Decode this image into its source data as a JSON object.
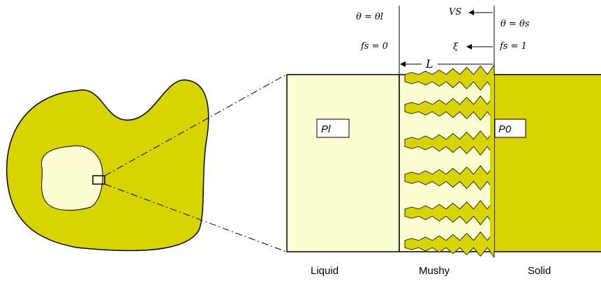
{
  "annotations": {
    "theta_liquid": "θ = θl",
    "fs_liquid": "fs = 0",
    "vs": "VS",
    "theta_solid": "θ = θs",
    "xi": "ξ",
    "fs_solid": "fs = 1",
    "length": "L"
  },
  "pressures": {
    "p_l": "Pl",
    "p_0": "P0"
  },
  "regions": {
    "liquid": "Liquid",
    "mushy": "Mushy",
    "solid": "Solid"
  },
  "colors": {
    "solid_fill": "#d7d400",
    "liquid_fill": "#fdfdd2",
    "stroke": "#000000"
  }
}
